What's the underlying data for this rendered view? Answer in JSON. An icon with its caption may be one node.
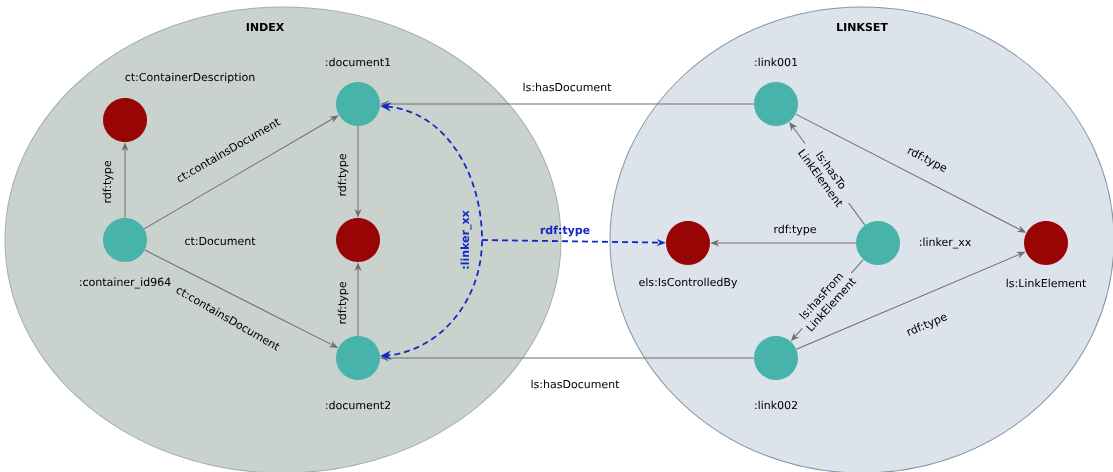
{
  "diagram": {
    "nodes": [
      {
        "text": [
          "INDEX"
        ]
      },
      {
        "text": [],
        "shape": "circle",
        "in": 0,
        "beside": [
          "ct:ContainerDescription"
        ]
      },
      {
        "text": [],
        "shape": "circle",
        "in": 0,
        "beside": [
          ":document1"
        ]
      },
      {
        "text": [],
        "shape": "circle",
        "in": 0,
        "beside": [
          ":container_id964"
        ]
      },
      {
        "text": [],
        "shape": "circle",
        "in": 0
      },
      {
        "text": [],
        "shape": "circle",
        "in": 0,
        "beside": [
          ":document2"
        ]
      },
      {
        "text": [
          "LINKSET"
        ]
      },
      {
        "text": [],
        "shape": "circle",
        "in": 6,
        "beside": [
          ":link001"
        ]
      },
      {
        "text": [],
        "shape": "circle",
        "in": 6,
        "beside": [
          "els:IsControlledBy"
        ]
      },
      {
        "text": [],
        "shape": "circle",
        "in": 6,
        "beside": [
          ":linker_xx"
        ]
      },
      {
        "text": [],
        "shape": "circle",
        "in": 6,
        "beside": [
          "ls:LinkElement"
        ]
      },
      {
        "text": [],
        "shape": "circle",
        "in": 6,
        "beside": [
          ":link002"
        ]
      }
    ],
    "edges": [
      {
        "from": 3,
        "to": 1,
        "arrow": "to",
        "label": "rdf:type"
      },
      {
        "from": 3,
        "to": 2,
        "arrow": "to",
        "label": "ct:containsDocument"
      },
      {
        "from": 3,
        "to": 5,
        "arrow": "to",
        "label": "ct:containsDocument"
      },
      {
        "from": 2,
        "to": 4,
        "arrow": "to",
        "label": "rdf:type"
      },
      {
        "from": 5,
        "to": 4,
        "arrow": "to",
        "label": "rdf:type"
      },
      {
        "from": 7,
        "to": 2,
        "arrow": "to",
        "label": "ls:hasDocument"
      },
      {
        "from": 11,
        "to": 5,
        "arrow": "to",
        "label": "ls:hasDocument"
      },
      {
        "from": 7,
        "to": 10,
        "arrow": "to",
        "label": "rdf:type"
      },
      {
        "from": 11,
        "to": 10,
        "arrow": "to",
        "label": "rdf:type"
      },
      {
        "from": 9,
        "to": 7,
        "arrow": "to",
        "label": "ls:hasTo LinkElement"
      },
      {
        "from": 9,
        "to": 11,
        "arrow": "to",
        "label": "ls:hasFrom LinkElement"
      },
      {
        "from": 9,
        "to": 8,
        "arrow": "to",
        "label": "rdf:type"
      },
      {
        "from": 2,
        "to": 5,
        "arrow": "both",
        "label": ":linker_xx",
        "style": "dashed",
        "color": "#1428c8"
      },
      {
        "from": null,
        "to": 8,
        "arrow": "to",
        "label": "rdf:type",
        "style": "dashed",
        "color": "#1428c8"
      }
    ],
    "labels": [
      "ct:Document"
    ]
  }
}
